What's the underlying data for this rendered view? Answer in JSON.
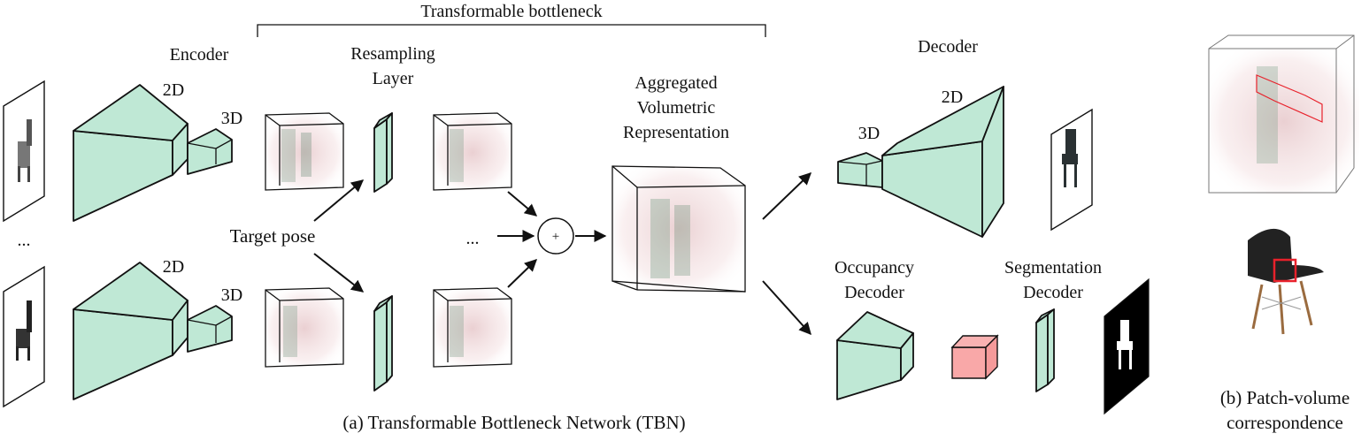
{
  "labels": {
    "transformable_bottleneck": "Transformable bottleneck",
    "encoder": "Encoder",
    "resampling_line1": "Resampling",
    "resampling_line2": "Layer",
    "aggregated_line1": "Aggregated",
    "aggregated_line2": "Volumetric",
    "aggregated_line3": "Representation",
    "decoder": "Decoder",
    "label_2d": "2D",
    "label_3d": "3D",
    "target_pose": "Target pose",
    "ellipsis": "...",
    "plus": "+",
    "occupancy_line1": "Occupancy",
    "occupancy_line2": "Decoder",
    "segmentation_line1": "Segmentation",
    "segmentation_line2": "Decoder"
  },
  "captions": {
    "a": "(a) Transformable Bottleneck Network (TBN)",
    "b_line1": "(b) Patch-volume",
    "b_line2": "correspondence"
  },
  "colors": {
    "block_fill": "#bfe8d5",
    "occupancy_cube": "#f9a8a8",
    "volume_tint": "#e9c2c5",
    "highlight_box": "#e8212b"
  }
}
